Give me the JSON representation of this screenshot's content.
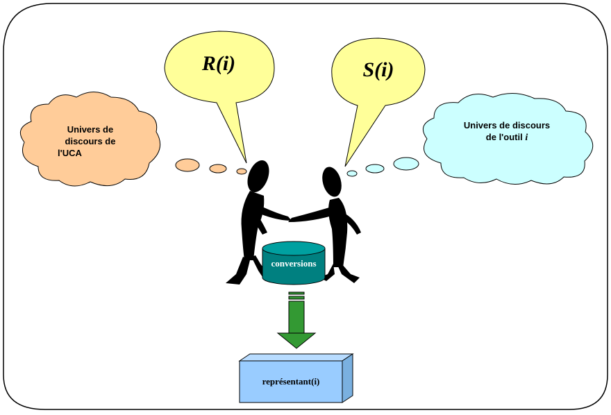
{
  "bubble_left": {
    "label": "R(i)",
    "fill": "#ffff99"
  },
  "bubble_right": {
    "label": "S(i)",
    "fill": "#ffff99"
  },
  "cloud_left": {
    "line1": "Univers de",
    "line2": "discours de",
    "line3": "l'UCA",
    "fill": "#ffcc99"
  },
  "cloud_right": {
    "line1": "Univers de discours",
    "line2": "de l'outil",
    "var": "i",
    "fill": "#ccffff"
  },
  "cylinder": {
    "label": "conversions",
    "fill": "#008080"
  },
  "box": {
    "label": "représentant(i)",
    "fill": "#99ccff"
  },
  "arrow": {
    "fill": "#339933"
  }
}
